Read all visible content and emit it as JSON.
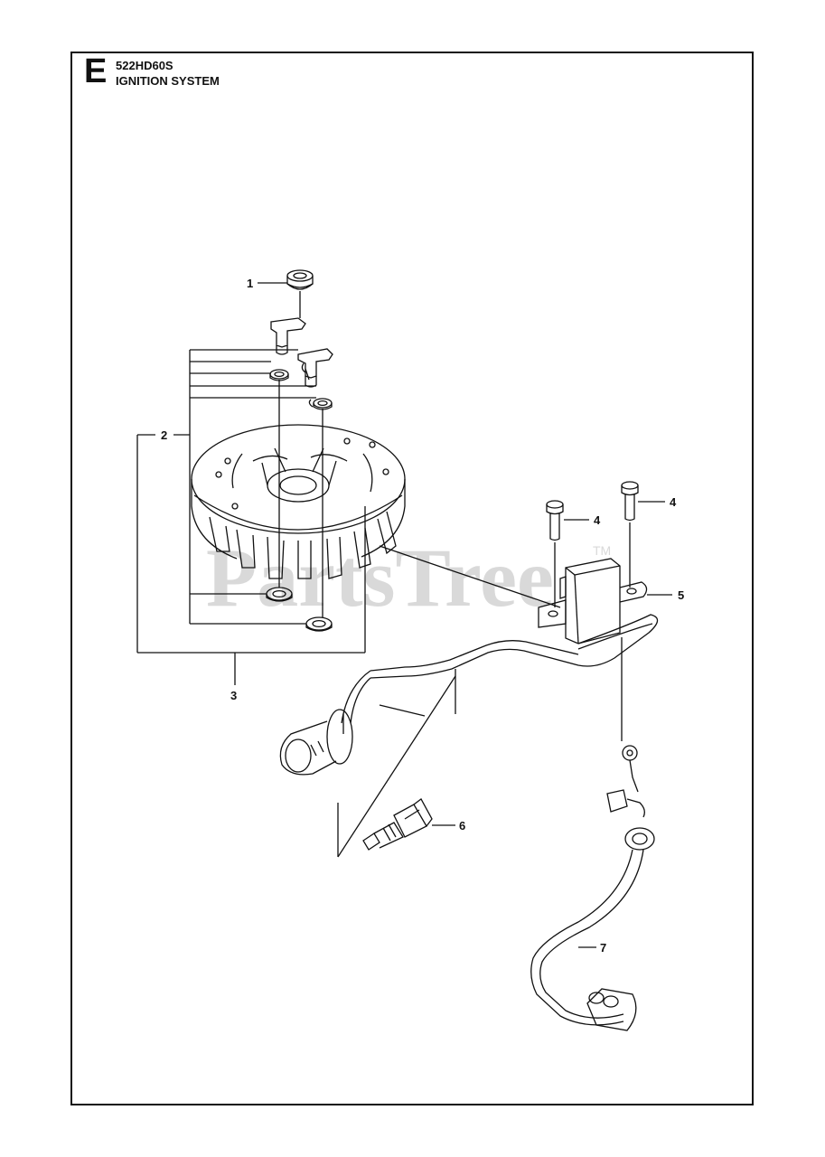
{
  "header": {
    "section_letter": "E",
    "model": "522HD60S",
    "title": "IGNITION SYSTEM"
  },
  "watermark": {
    "text": "PartsTree",
    "tm": "TM"
  },
  "callouts": {
    "c1": "1",
    "c2": "2",
    "c3": "3",
    "c4a": "4",
    "c4b": "4",
    "c5": "5",
    "c6": "6",
    "c7": "7"
  }
}
